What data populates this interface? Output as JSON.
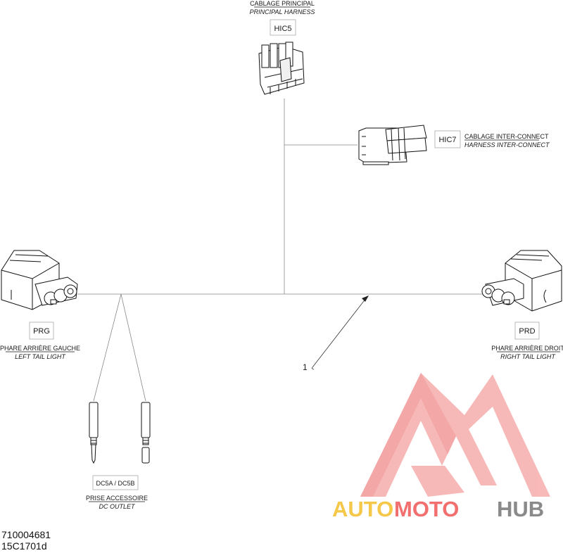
{
  "connectors": {
    "hic5": {
      "title_fr": "CABLAGE PRINCIPAL",
      "title_en": "PRINCIPAL HARNESS",
      "code": "HIC5"
    },
    "hic7": {
      "title_fr": "CABLAGE INTER-CONNECT",
      "title_en": "HARNESS INTER-CONNECT",
      "code": "HIC7"
    },
    "prg": {
      "code": "PRG",
      "title_fr": "PHARE ARRIÈRE GAUCHE",
      "title_en": "LEFT TAIL LIGHT"
    },
    "prd": {
      "code": "PRD",
      "title_fr": "PHARE ARRIÈRE DROIT",
      "title_en": "RIGHT TAIL LIGHT"
    },
    "dc5": {
      "code": "DC5A / DC5B",
      "title_fr": "PRISE ACCESSOIRE",
      "title_en": "DC OUTLET"
    }
  },
  "callout": {
    "number": "1"
  },
  "document": {
    "part_number": "710004681",
    "drawing_code": "15C1701d"
  },
  "watermark": {
    "word_1": "AUTO",
    "word_2": "MOTO",
    "word_3": "HUB",
    "colors": {
      "auto": "#f5c84a",
      "moto": "#f26f6f",
      "hub": "#8a8a8a",
      "logo": "#f26f6f"
    }
  }
}
